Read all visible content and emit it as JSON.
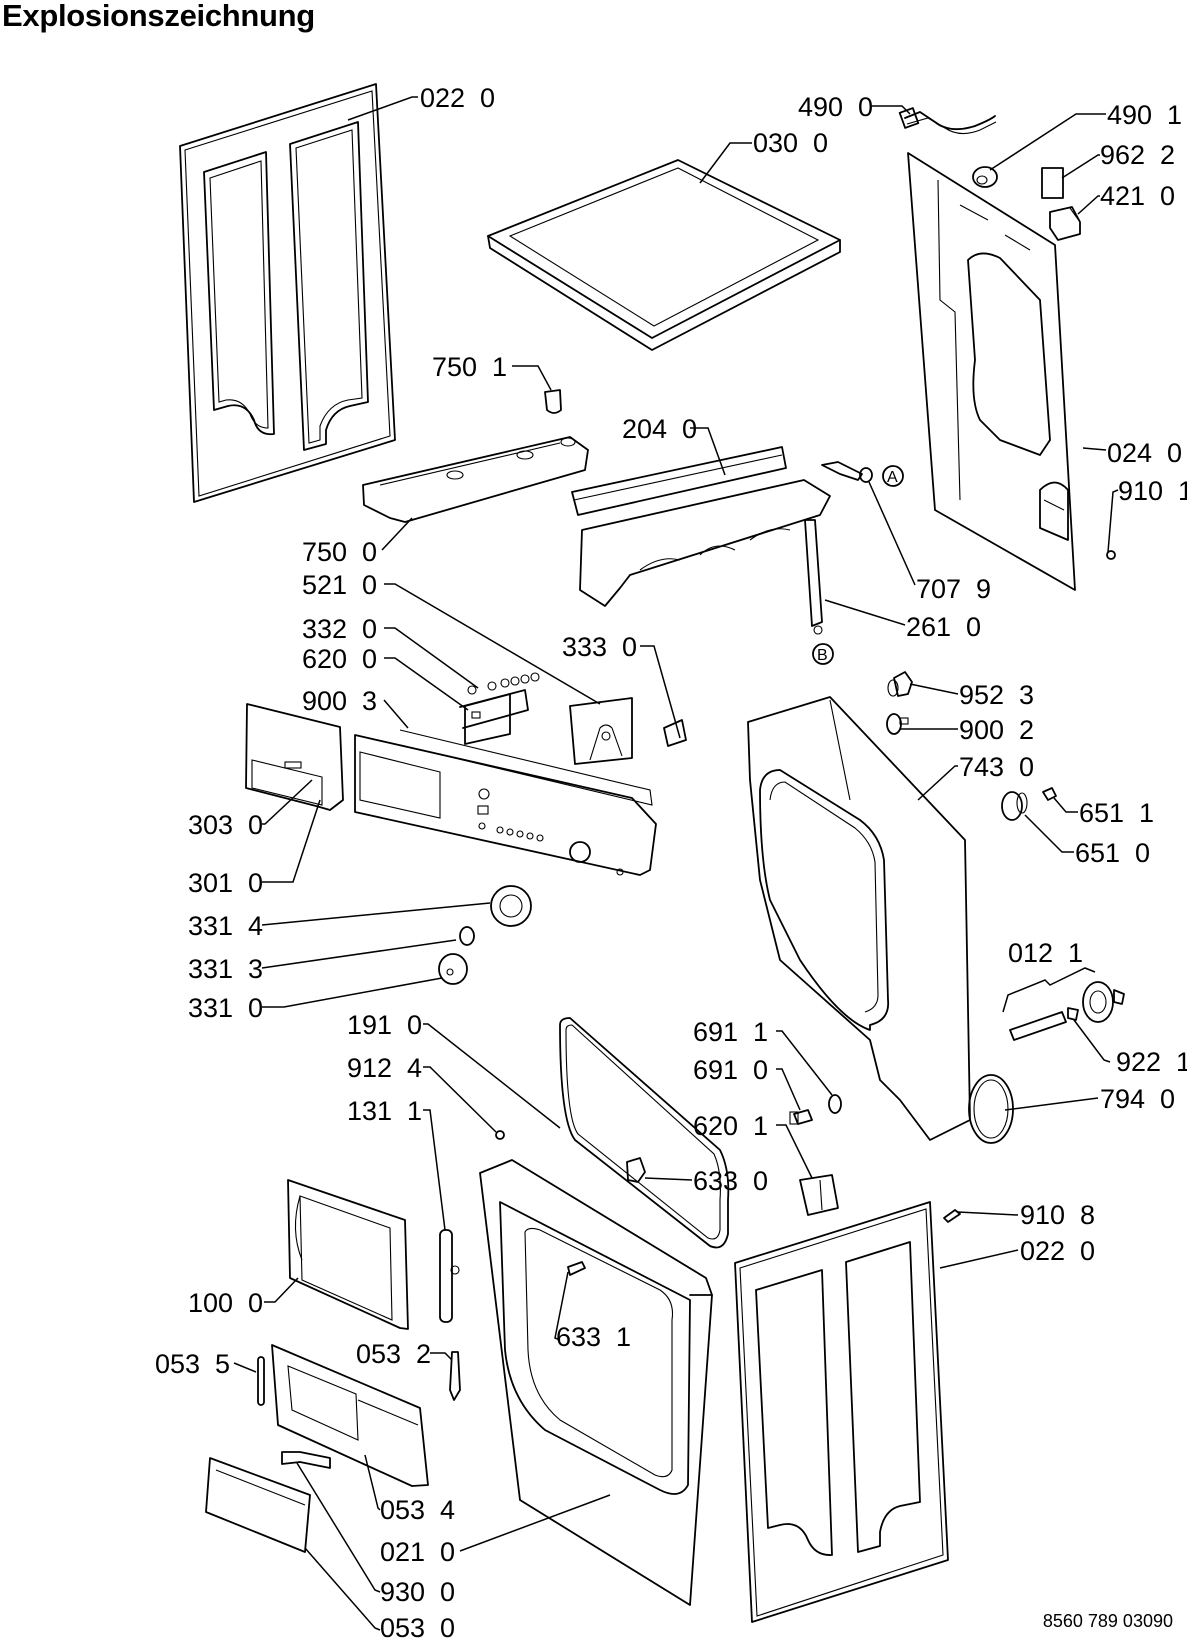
{
  "header": {
    "title": "Explosionszeichnung"
  },
  "footer": {
    "document_number": "8560 789 03090"
  },
  "markers": {
    "a": "A",
    "b": "B"
  },
  "parts": {
    "side_panel_left": "022  0",
    "top_cover": "030  0",
    "mains_cable": "490  0",
    "cable_clamp": "490  1",
    "label_plate": "962  2",
    "connector_cap": "421  0",
    "back_panel": "024  0",
    "back_screw": "910  1",
    "foot_cap": "750  1",
    "support_rail": "750  0",
    "water_container_rail": "204  0",
    "sensor_a": "707  9",
    "drain_hose_b": "261  0",
    "control_board": "521  0",
    "push_buttons": "332  0",
    "indicator_board": "620  0",
    "panel_screw": "900  3",
    "microswitch": "333  0",
    "drawer_handle": "303  0",
    "control_panel": "301  0",
    "knob_ring": "331  4",
    "knob_insert": "331  3",
    "knob": "331  0",
    "bellows_valve": "952  3",
    "fixing_screw": "900  2",
    "front_bearing_frame": "743  0",
    "lamp_screw": "651  1",
    "lamp_holder": "651  0",
    "fan_kit": "012  1",
    "fan_clip": "922  1",
    "seal_ring": "794  0",
    "door_gasket": "191  0",
    "door_screw": "912  4",
    "hinge": "131  1",
    "seal_small": "691  1",
    "seal_plug": "691  0",
    "door_switch": "620  1",
    "door_catch": "633  0",
    "door_catch_pin": "633  1",
    "side_screw": "910  8",
    "side_panel_right": "022  0",
    "door": "100  0",
    "plinth_pin": "053  5",
    "plinth_hook": "053  2",
    "plinth": "053  4",
    "front_panel": "021  0",
    "plinth_lever": "930  0",
    "plinth_grille": "053  0"
  }
}
